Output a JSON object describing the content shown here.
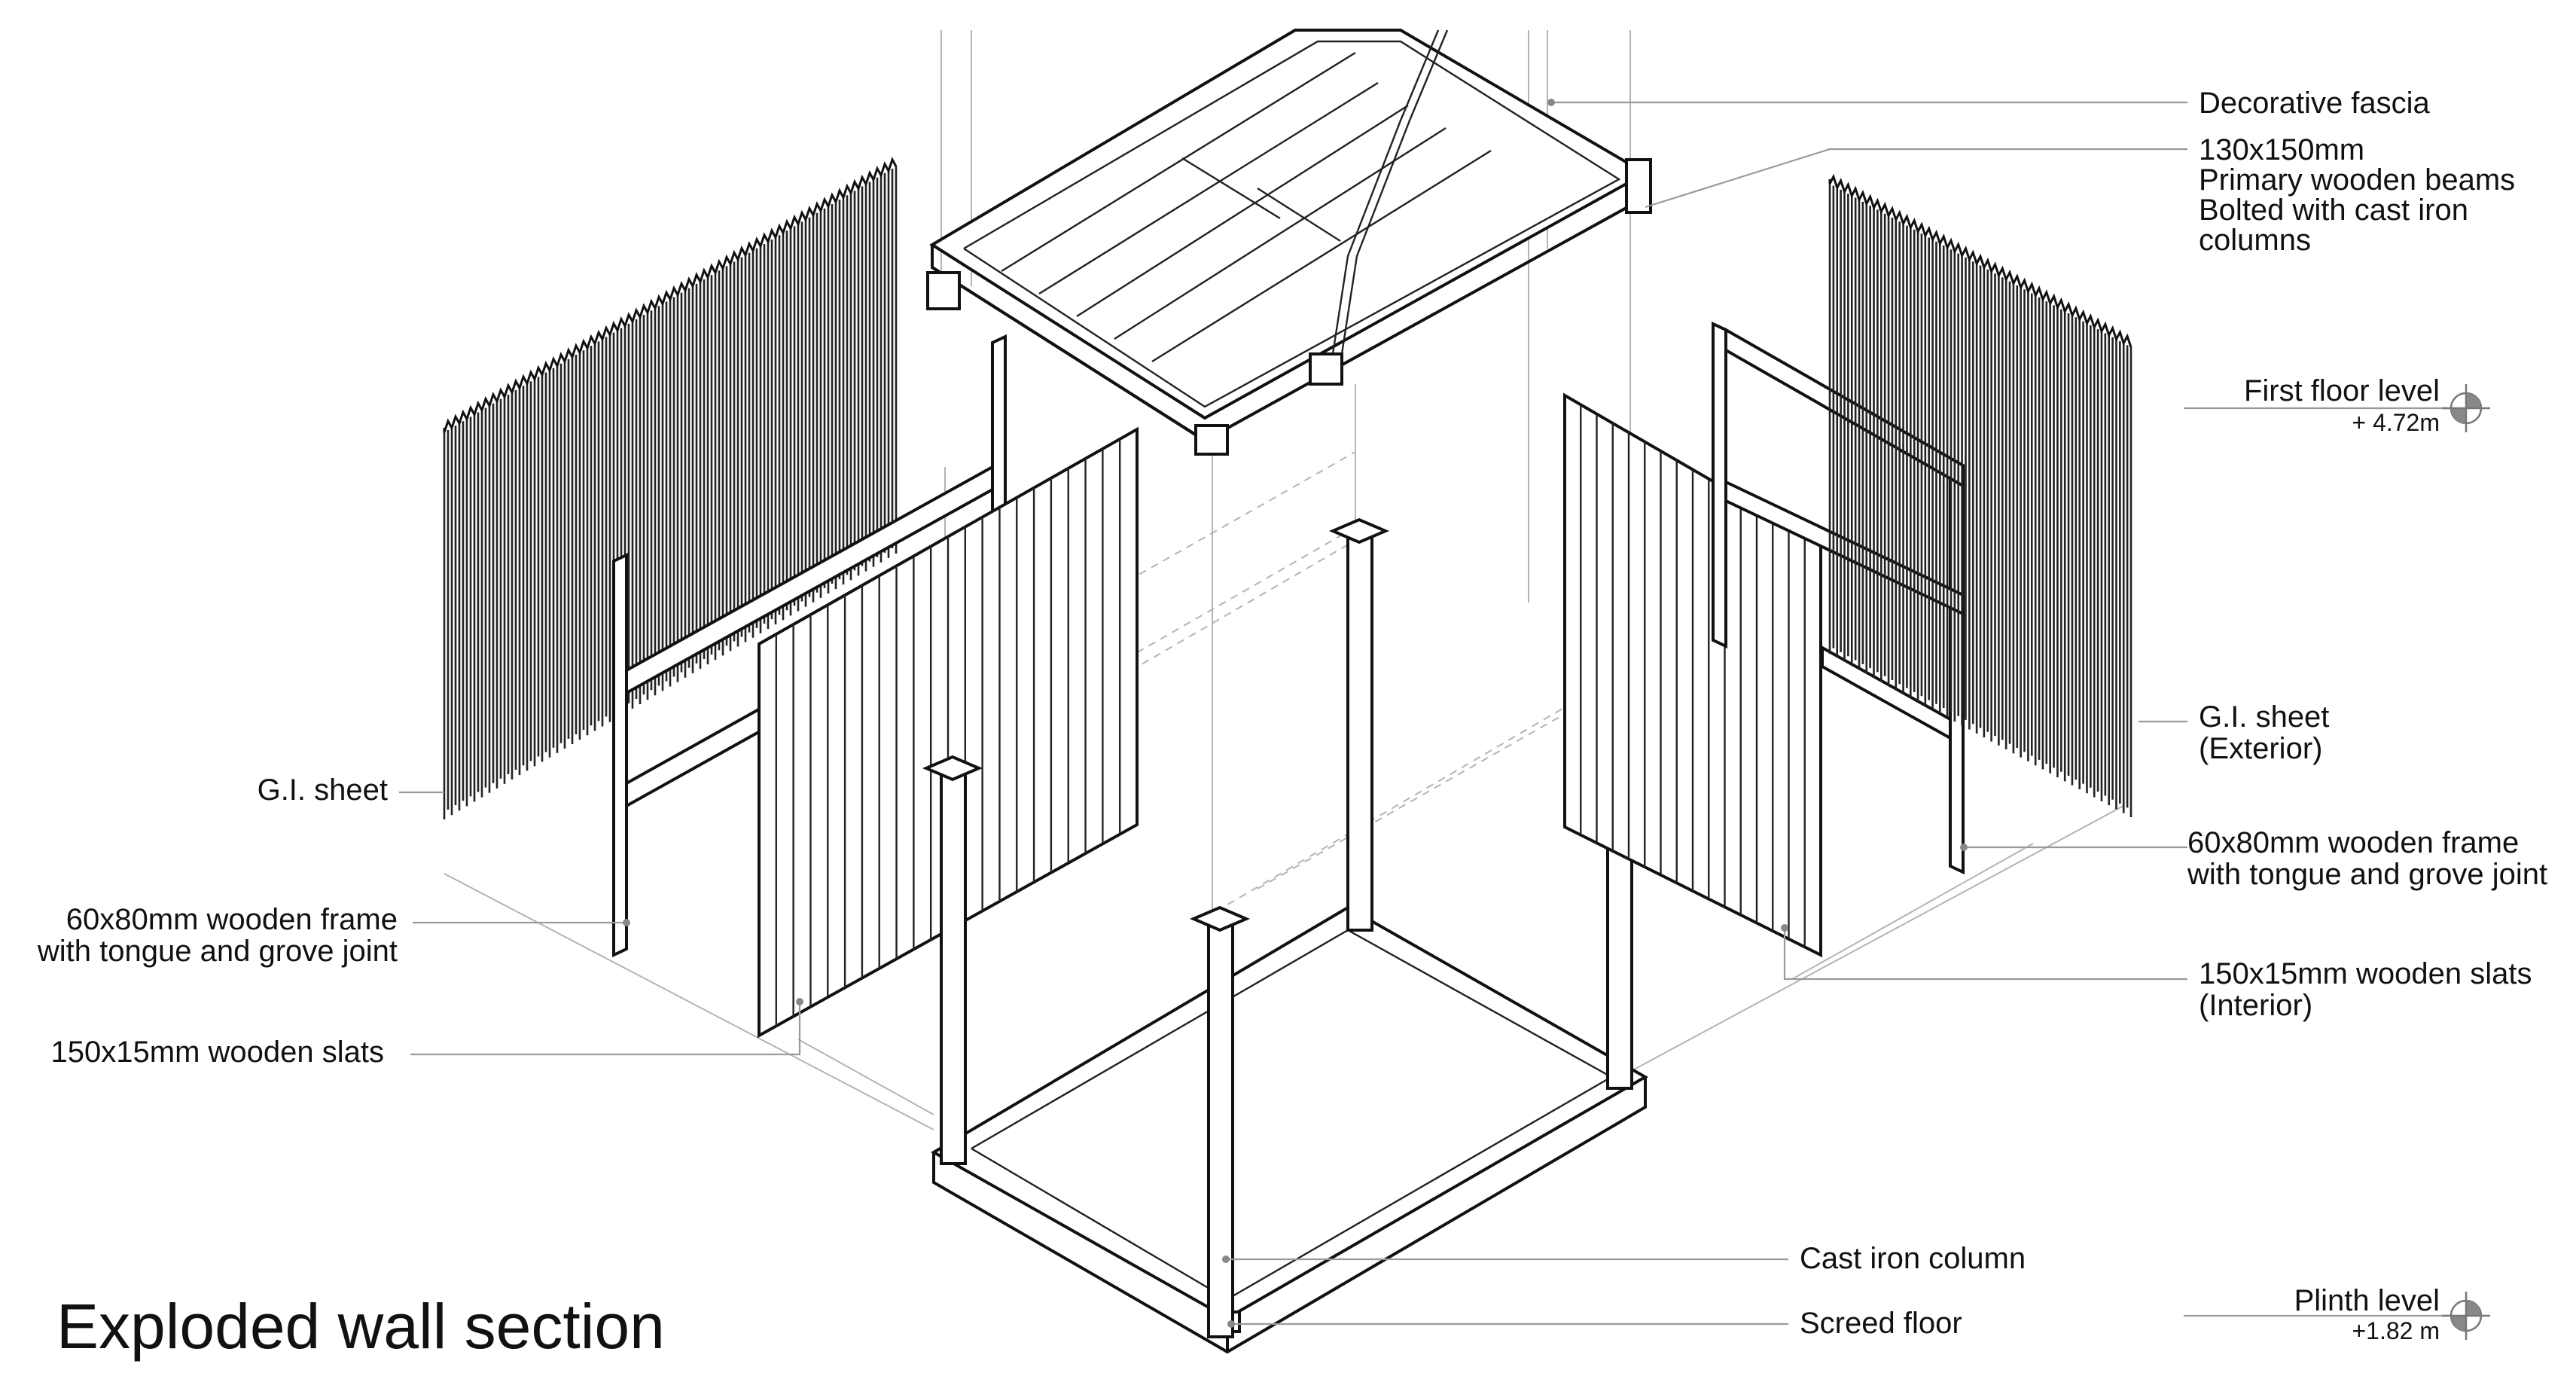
{
  "title": "Exploded wall section",
  "labels": {
    "decorative_fascia": "Decorative fascia",
    "beams_1": "130x150mm",
    "beams_2": "Primary wooden beams",
    "beams_3": "Bolted with cast iron",
    "beams_4": "columns",
    "first_floor": "First floor level",
    "first_floor_value": "+ 4.72m",
    "gi_exterior_1": "G.I. sheet",
    "gi_exterior_2": "(Exterior)",
    "frame_right_1": "60x80mm wooden frame",
    "frame_right_2": "with tongue and grove joint",
    "slats_right_1": "150x15mm wooden slats",
    "slats_right_2": "(Interior)",
    "cast_iron_column": "Cast iron column",
    "screed_floor": "Screed floor",
    "plinth": "Plinth level",
    "plinth_value": "+1.82 m",
    "gi_left": "G.I. sheet",
    "frame_left_1": "60x80mm wooden frame",
    "frame_left_2": "with tongue and grove joint",
    "slats_left": "150x15mm wooden slats"
  },
  "colors": {
    "linework": "#111111",
    "leader": "#9a9a9a",
    "background": "#ffffff"
  },
  "icons": [
    "level-marker-icon"
  ]
}
